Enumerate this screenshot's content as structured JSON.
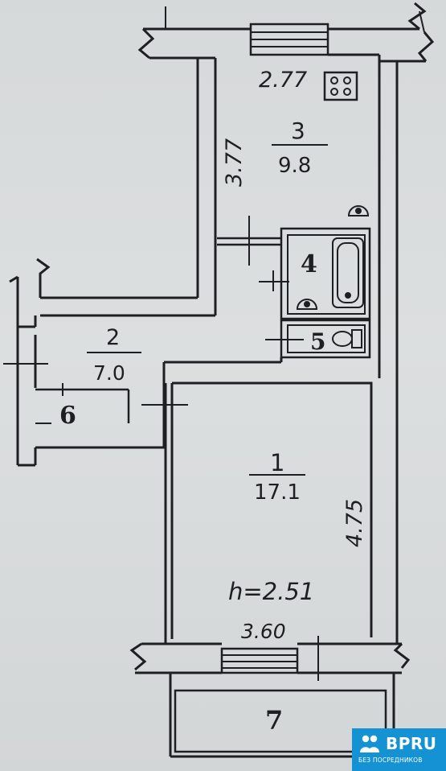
{
  "rooms": [
    {
      "number": "1",
      "area": "17.1"
    },
    {
      "number": "2",
      "area": "7.0"
    },
    {
      "number": "3",
      "area": "9.8"
    },
    {
      "number": "4",
      "area": ""
    },
    {
      "number": "5",
      "area": ""
    },
    {
      "number": "6",
      "area": ""
    },
    {
      "number": "7",
      "area": ""
    }
  ],
  "dimensions": {
    "kitchen_width": "2.77",
    "kitchen_depth": "3.77",
    "room_depth": "4.75",
    "room_width": "3.60",
    "ceiling_height": "h=2.51"
  },
  "badge": {
    "brand": "BPRU",
    "tagline": "БЕЗ ПОСРЕДНИКОВ",
    "color": "#1592d4"
  },
  "colors": {
    "wall": "#1e1f22",
    "paper": "#d9dcdc"
  }
}
